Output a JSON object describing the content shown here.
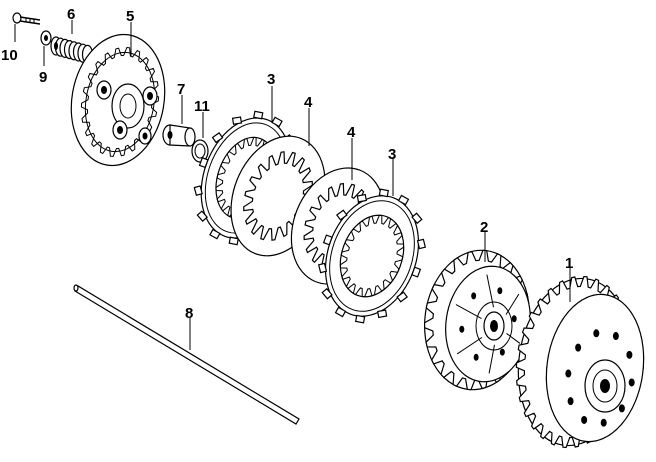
{
  "diagram": {
    "callouts": [
      {
        "key": "c1",
        "text": "1"
      },
      {
        "key": "c2",
        "text": "2"
      },
      {
        "key": "c3a",
        "text": "3"
      },
      {
        "key": "c3b",
        "text": "3"
      },
      {
        "key": "c4a",
        "text": "4"
      },
      {
        "key": "c4b",
        "text": "4"
      },
      {
        "key": "c5",
        "text": "5"
      },
      {
        "key": "c6",
        "text": "6"
      },
      {
        "key": "c7",
        "text": "7"
      },
      {
        "key": "c8",
        "text": "8"
      },
      {
        "key": "c9",
        "text": "9"
      },
      {
        "key": "c10",
        "text": "10"
      },
      {
        "key": "c11",
        "text": "11"
      }
    ]
  },
  "colors": {
    "ink": "#000000",
    "paper": "#ffffff"
  }
}
